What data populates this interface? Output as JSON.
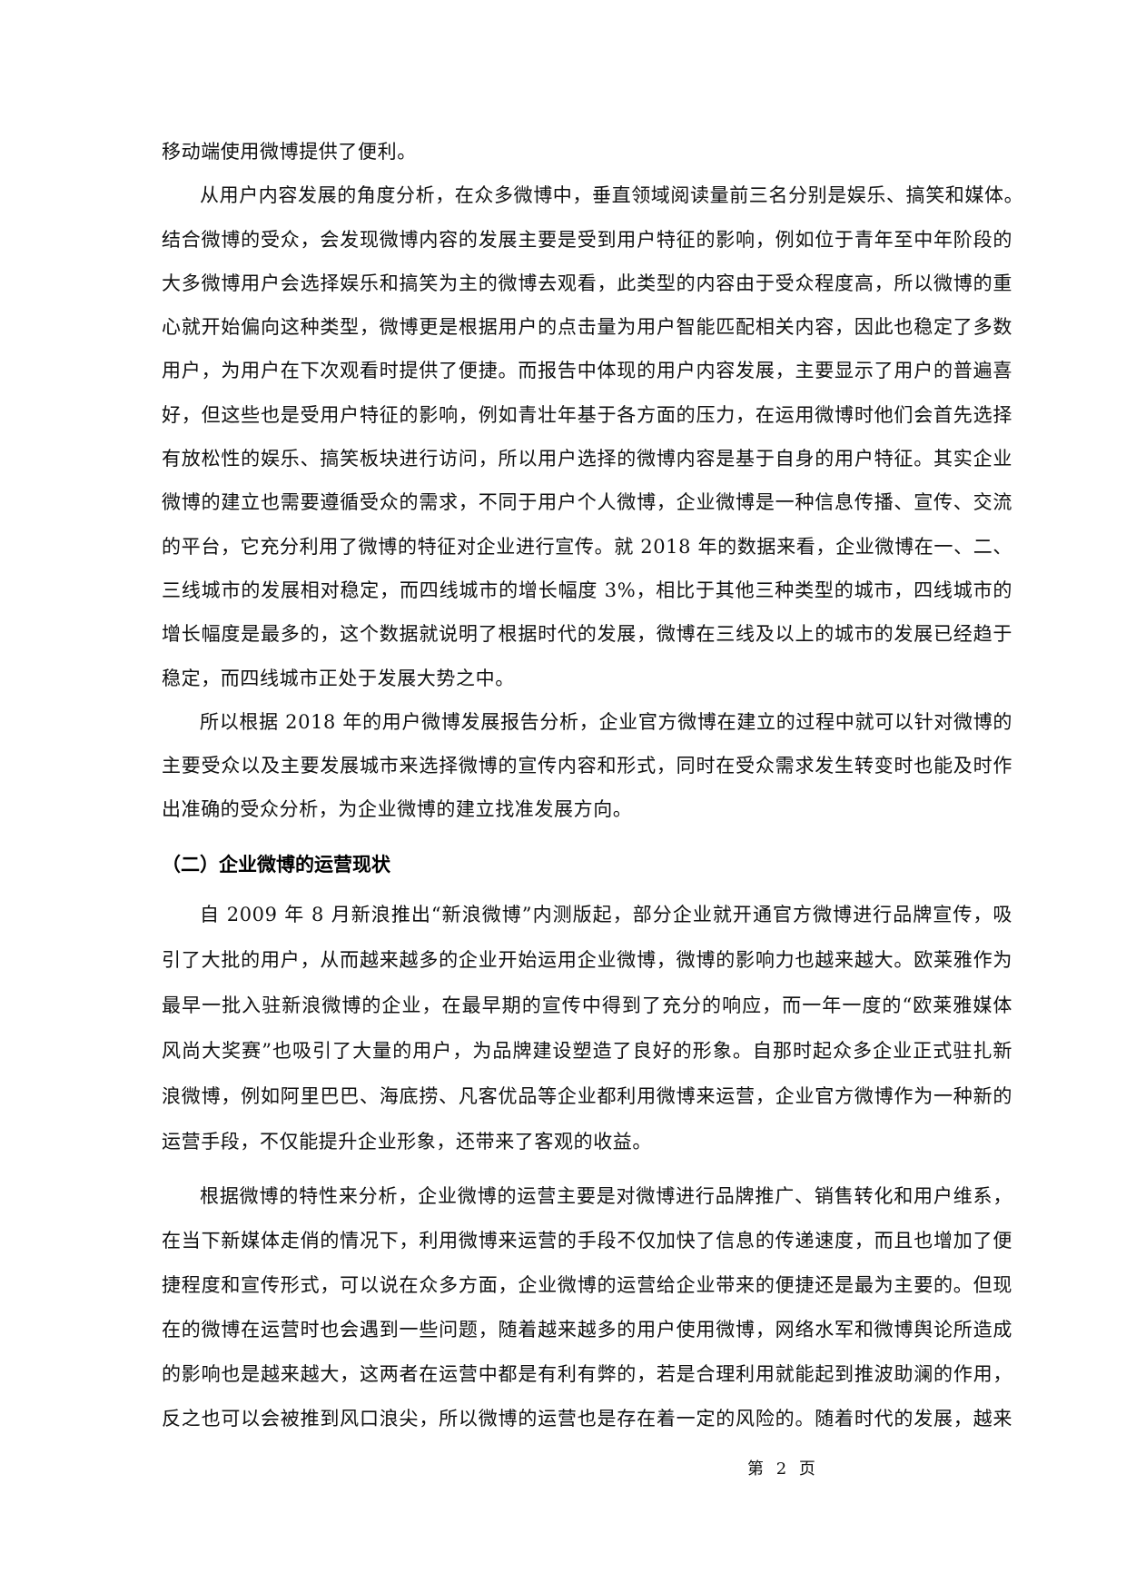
{
  "paragraphs": [
    {
      "lines": [
        "移动端使用微博提供了便利。"
      ]
    },
    {
      "lines": [
        "从用户内容发展的角度分析，在众多微博中，垂直领域阅读量前三名分别是娱乐、搞笑和媒体。",
        "结合微博的受众，会发现微博内容的发展主要是受到用户特征的影响，例如位于青年至中年阶段的",
        "大多微博用户会选择娱乐和搞笑为主的微博去观看，此类型的内容由于受众程度高，所以微博的重",
        "心就开始偏向这种类型，微博更是根据用户的点击量为用户智能匹配相关内容，因此也稳定了多数",
        "用户，为用户在下次观看时提供了便捷。而报告中体现的用户内容发展，主要显示了用户的普遍喜",
        "好，但这些也是受用户特征的影响，例如青壮年基于各方面的压力，在运用微博时他们会首先选择",
        "有放松性的娱乐、搞笑板块进行访问，所以用户选择的微博内容是基于自身的用户特征。其实企业",
        "微博的建立也需要遵循受众的需求，不同于用户个人微博，企业微博是一种信息传播、宣传、交流",
        "的平台，它充分利用了微博的特征对企业进行宣传。就 2018 年的数据来看，企业微博在一、二、",
        "三线城市的发展相对稳定，而四线城市的增长幅度 3%，相比于其他三种类型的城市，四线城市的",
        "增长幅度是最多的，这个数据就说明了根据时代的发展，微博在三线及以上的城市的发展已经趋于",
        "稳定，而四线城市正处于发展大势之中。"
      ]
    },
    {
      "lines": [
        "所以根据 2018 年的用户微博发展报告分析，企业官方微博在建立的过程中就可以针对微博的",
        "主要受众以及主要发展城市来选择微博的宣传内容和形式，同时在受众需求发生转变时也能及时作",
        "出准确的受众分析，为企业微博的建立找准发展方向。"
      ]
    }
  ],
  "section": {
    "heading": "（二）企业微博的运营现状",
    "paragraphs": [
      {
        "lines": [
          "自 2009 年 8 月新浪推出“新浪微博”内测版起，部分企业就开通官方微博进行品牌宣传，吸",
          "引了大批的用户，从而越来越多的企业开始运用企业微博，微博的影响力也越来越大。欧莱雅作为",
          "最早一批入驻新浪微博的企业，在最早期的宣传中得到了充分的响应，而一年一度的“欧莱雅媒体",
          "风尚大奖赛”也吸引了大量的用户，为品牌建设塑造了良好的形象。自那时起众多企业正式驻扎新",
          "浪微博，例如阿里巴巴、海底捞、凡客优品等企业都利用微博来运营，企业官方微博作为一种新的",
          "运营手段，不仅能提升企业形象，还带来了客观的收益。"
        ]
      },
      {
        "lines": [
          "根据微博的特性来分析，企业微博的运营主要是对微博进行品牌推广、销售转化和用户维系，",
          "在当下新媒体走俏的情况下，利用微博来运营的手段不仅加快了信息的传递速度，而且也增加了便",
          "捷程度和宣传形式，可以说在众多方面，企业微博的运营给企业带来的便捷还是最为主要的。但现",
          "在的微博在运营时也会遇到一些问题，随着越来越多的用户使用微博，网络水军和微博舆论所造成",
          "的影响也是越来越大，这两者在运营中都是有利有弊的，若是合理利用就能起到推波助澜的作用，",
          "反之也可以会被推到风口浪尖，所以微博的运营也是存在着一定的风险的。随着时代的发展，越来"
        ]
      }
    ]
  },
  "footer": {
    "page_number": "第 2 页"
  }
}
